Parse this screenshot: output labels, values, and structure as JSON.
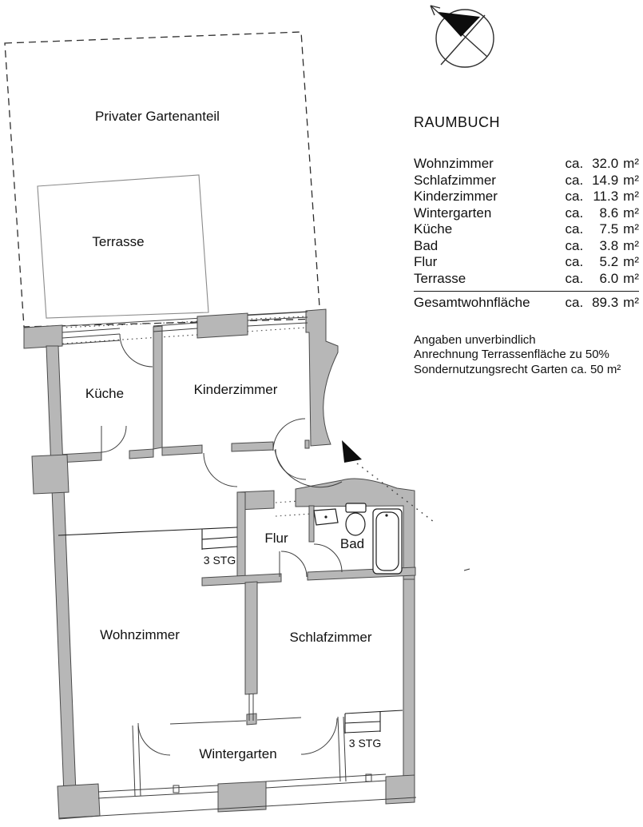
{
  "plan": {
    "garden_label": "Privater Gartenanteil",
    "terrace_label": "Terrasse",
    "rooms": {
      "kueche": "Küche",
      "kinderzimmer": "Kinderzimmer",
      "flur": "Flur",
      "bad": "Bad",
      "wohnzimmer": "Wohnzimmer",
      "schlafzimmer": "Schlafzimmer",
      "wintergarten": "Wintergarten"
    },
    "stairs_left_label": "3 STG",
    "stairs_right_label": "3 STG",
    "wall_color": "#b7b7b7",
    "line_color": "#3f3f3f"
  },
  "raumbuch": {
    "title": "RAUMBUCH",
    "ca": "ca.",
    "unit": "m²",
    "rows": [
      {
        "room": "Wohnzimmer",
        "area": "32.0"
      },
      {
        "room": "Schlafzimmer",
        "area": "14.9"
      },
      {
        "room": "Kinderzimmer",
        "area": "11.3"
      },
      {
        "room": "Wintergarten",
        "area": "8.6"
      },
      {
        "room": "Küche",
        "area": "7.5"
      },
      {
        "room": "Bad",
        "area": "3.8"
      },
      {
        "room": "Flur",
        "area": "5.2"
      },
      {
        "room": "Terrasse",
        "area": "6.0"
      }
    ],
    "total": {
      "room": "Gesamtwohnfläche",
      "area": "89.3"
    },
    "notes": [
      "Angaben unverbindlich",
      "Anrechnung Terrassenfläche zu 50%",
      "Sondernutzungsrecht Garten ca. 50 m²"
    ]
  }
}
